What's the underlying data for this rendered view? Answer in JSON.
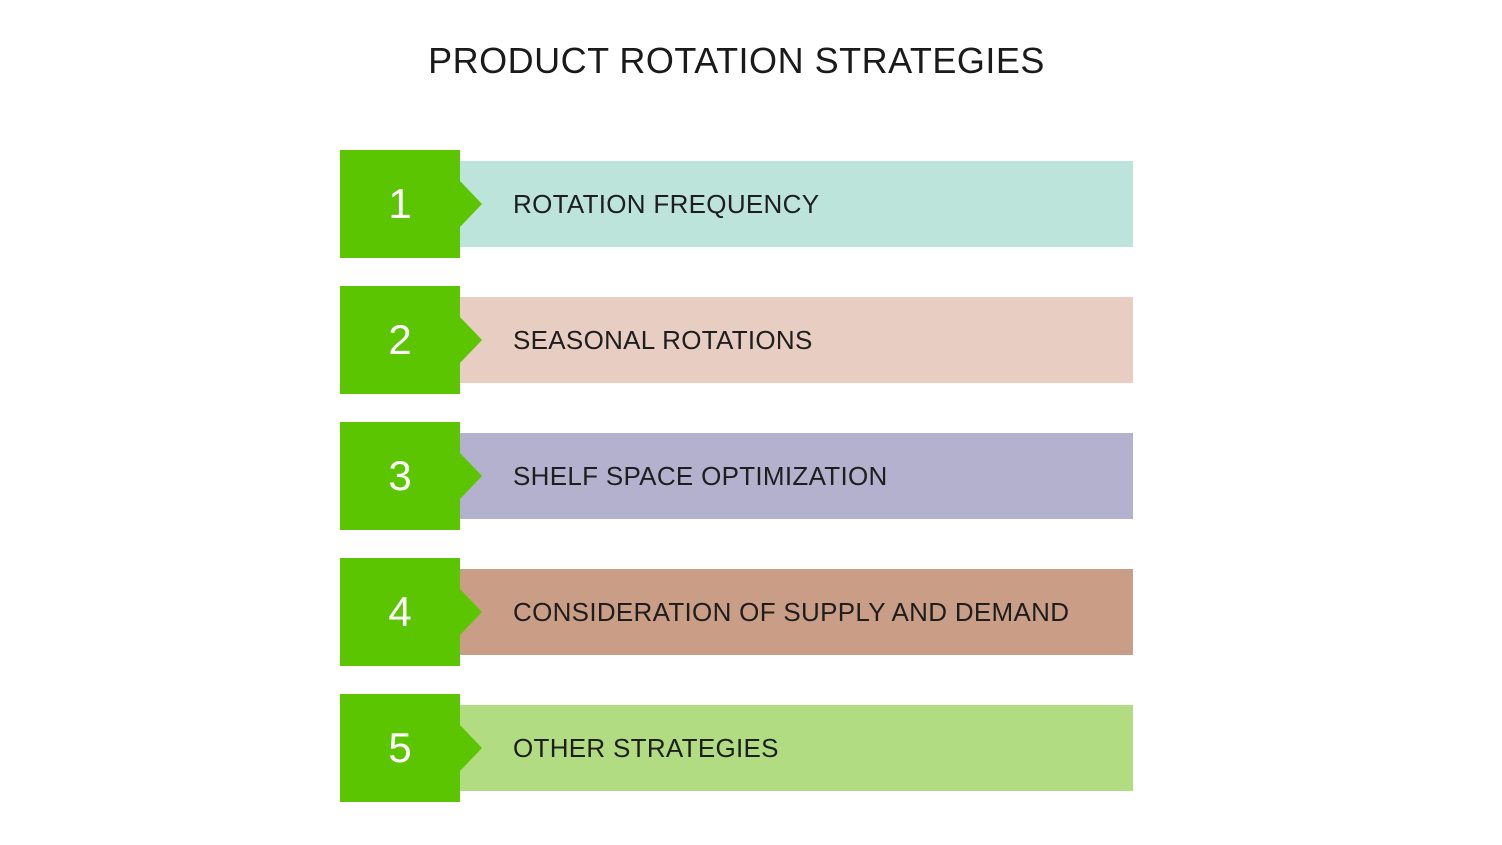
{
  "title": "PRODUCT ROTATION STRATEGIES",
  "items": [
    {
      "number": "1",
      "label": "ROTATION FREQUENCY",
      "bar_color": "#bde4db"
    },
    {
      "number": "2",
      "label": "SEASONAL ROTATIONS",
      "bar_color": "#e8cdc2"
    },
    {
      "number": "3",
      "label": "SHELF SPACE OPTIMIZATION",
      "bar_color": "#b3b1ce"
    },
    {
      "number": "4",
      "label": "CONSIDERATION OF SUPPLY AND DEMAND",
      "bar_color": "#ca9e86"
    },
    {
      "number": "5",
      "label": "OTHER STRATEGIES",
      "bar_color": "#b2dc81"
    }
  ],
  "colors": {
    "marker_green": "#5bc502",
    "number_text": "#ffffff",
    "label_text": "#1e1e1e",
    "title_text": "#1a1a1a",
    "background": "#ffffff"
  }
}
